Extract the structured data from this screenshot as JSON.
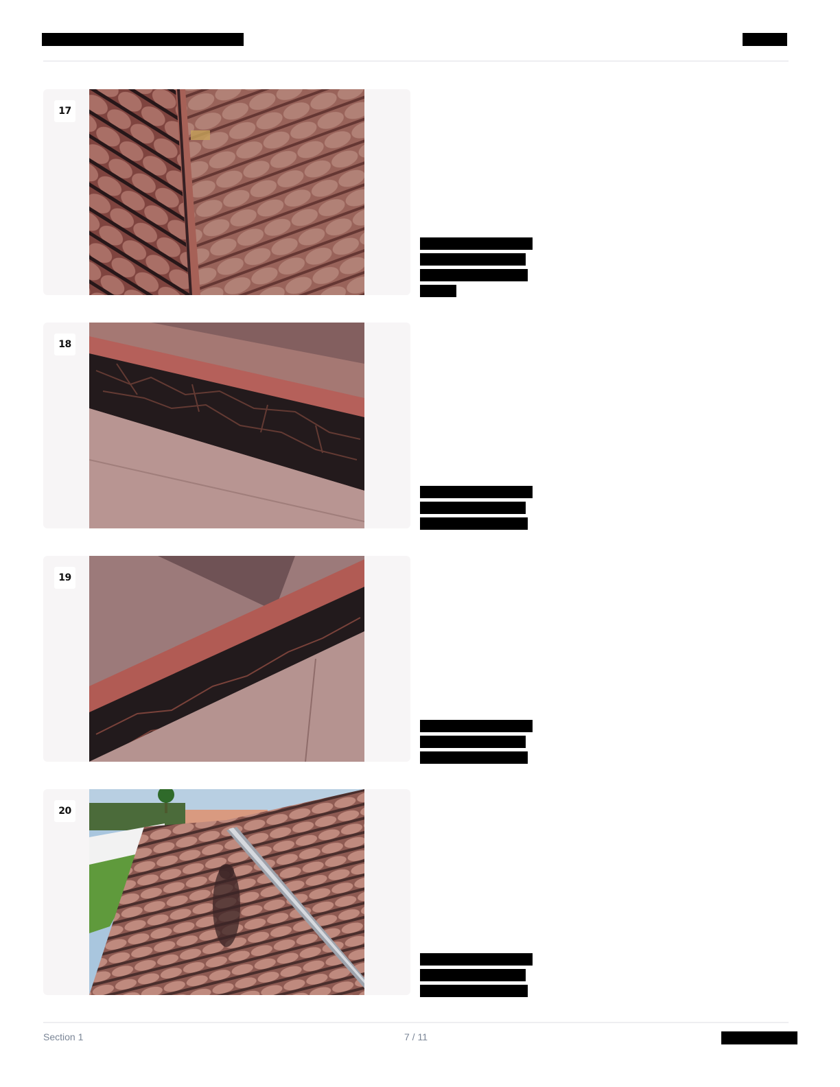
{
  "footer": {
    "section_label": "Section 1",
    "page_indicator": "7 / 11"
  },
  "photos": [
    {
      "number": "17",
      "subject": "clay barrel tile roof with ridge line"
    },
    {
      "number": "18",
      "subject": "roof valley with cracked underlayment"
    },
    {
      "number": "19",
      "subject": "roof valley with deteriorated mortar"
    },
    {
      "number": "20",
      "subject": "tile roof ridge with metal flashing and lawn"
    }
  ],
  "colors": {
    "card_background": "#f7f5f6",
    "divider": "#eeeef1",
    "footer_text": "#7a8596",
    "redaction": "#000000"
  }
}
